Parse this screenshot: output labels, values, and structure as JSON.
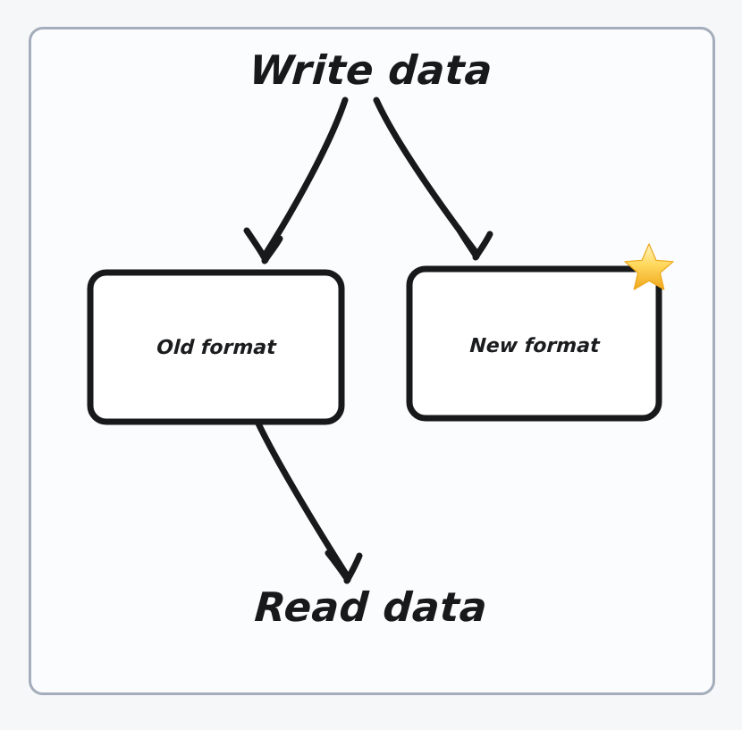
{
  "diagram": {
    "type": "flow-diagram",
    "title_top": "Write data",
    "title_bottom": "Read data",
    "nodes": [
      {
        "id": "old-format",
        "label": "Old format",
        "shape": "rounded-rectangle",
        "badge": null
      },
      {
        "id": "new-format",
        "label": "New format",
        "shape": "rounded-rectangle",
        "badge": "star"
      }
    ],
    "edges": [
      {
        "from": "Write data",
        "to": "Old format",
        "style": "hand-drawn-arrow"
      },
      {
        "from": "Write data",
        "to": "New format",
        "style": "hand-drawn-arrow"
      },
      {
        "from": "Old format",
        "to": "Read data",
        "style": "hand-drawn-arrow"
      }
    ],
    "badges": {
      "star": {
        "icon": "star-icon",
        "glyph": "★",
        "fill_light": "#ffe680",
        "fill_dark": "#f0a81e"
      }
    },
    "colors": {
      "page_background": "#f6f7f9",
      "frame_background": "#fbfcfd",
      "frame_border": "#a4adbb",
      "stroke": "#18191b",
      "text": "#18191b"
    }
  }
}
